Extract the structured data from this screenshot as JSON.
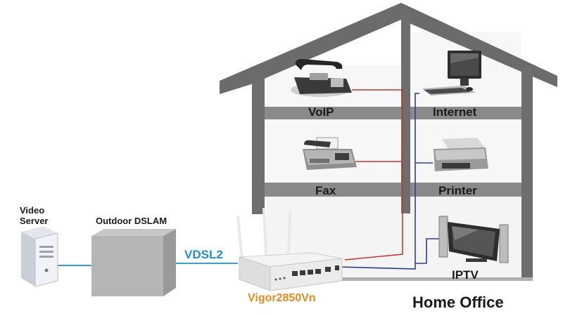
{
  "labels": {
    "voip": "VoIP",
    "internet": "Internet",
    "fax": "Fax",
    "printer": "Printer",
    "iptv": "IPTV",
    "video_server_line1": "Video",
    "video_server_line2": "Server",
    "outdoor_dslam": "Outdoor DSLAM",
    "vdsl2": "VDSL2",
    "router_model": "Vigor2850Vn",
    "home_office": "Home Office"
  },
  "icons": {
    "phone": "phone-icon",
    "computer": "computer-icon",
    "fax": "fax-icon",
    "printer": "printer-icon",
    "tv": "tv-icon",
    "server": "server-icon",
    "dslam": "dslam-box",
    "router": "router-icon"
  },
  "colors": {
    "house_walls": "#6e6e6e",
    "room_fill": "#f4f4f4",
    "phone_line": "#c8372d",
    "data_line": "#2b3f8f",
    "vdsl_line": "#2fa0dc",
    "vdsl_text": "#1f8fd0",
    "model_text": "#e58a1f"
  }
}
